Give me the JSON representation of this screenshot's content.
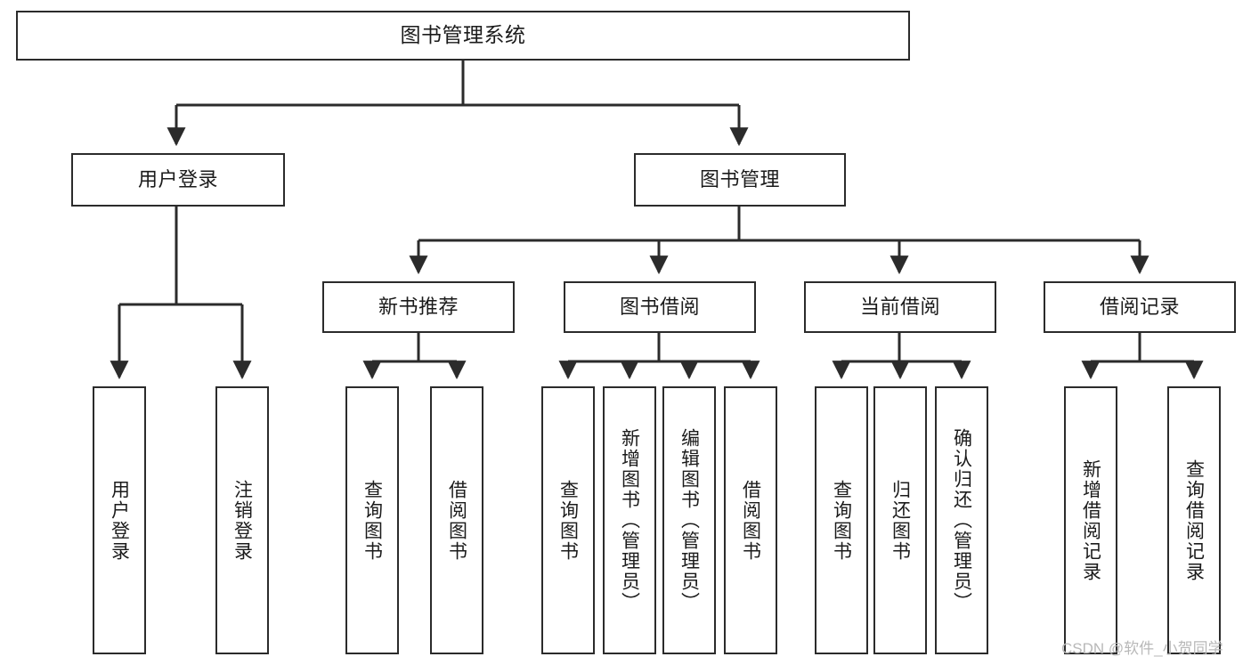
{
  "diagram": {
    "title": "图书管理系统",
    "type": "tree",
    "watermark": "CSDN @软件_小贺同学",
    "colors": {
      "stroke": "#2b2b2b",
      "fill": "#ffffff",
      "text": "#1b1b1b",
      "watermark": "#b8b8b8"
    },
    "nodes": {
      "root": {
        "label": "图书管理系统",
        "level": 1
      },
      "l2": [
        {
          "id": "user-login",
          "label": "用户登录",
          "level": 2
        },
        {
          "id": "book-manage",
          "label": "图书管理",
          "level": 2
        }
      ],
      "l3": [
        {
          "id": "new-book-rec",
          "label": "新书推荐",
          "level": 3
        },
        {
          "id": "book-borrow",
          "label": "图书借阅",
          "level": 3
        },
        {
          "id": "current-borrow",
          "label": "当前借阅",
          "level": 3
        },
        {
          "id": "borrow-record",
          "label": "借阅记录",
          "level": 3
        }
      ],
      "leaves": {
        "user-login": [
          {
            "id": "leaf-user-login",
            "label": "用户登录"
          },
          {
            "id": "leaf-user-logout",
            "label": "注销登录"
          }
        ],
        "new-book-rec": [
          {
            "id": "leaf-query-book-1",
            "label": "查询图书"
          },
          {
            "id": "leaf-borrow-book-1",
            "label": "借阅图书"
          }
        ],
        "book-borrow": [
          {
            "id": "leaf-query-book-2",
            "label": "查询图书"
          },
          {
            "id": "leaf-add-book",
            "label": "新增图书（管理员）"
          },
          {
            "id": "leaf-edit-book",
            "label": "编辑图书（管理员）"
          },
          {
            "id": "leaf-borrow-book-2",
            "label": "借阅图书"
          }
        ],
        "current-borrow": [
          {
            "id": "leaf-query-book-3",
            "label": "查询图书"
          },
          {
            "id": "leaf-return-book",
            "label": "归还图书"
          },
          {
            "id": "leaf-confirm-return",
            "label": "确认归还（管理员）"
          }
        ],
        "borrow-record": [
          {
            "id": "leaf-add-record",
            "label": "新增借阅记录"
          },
          {
            "id": "leaf-query-record",
            "label": "查询借阅记录"
          }
        ]
      }
    }
  }
}
